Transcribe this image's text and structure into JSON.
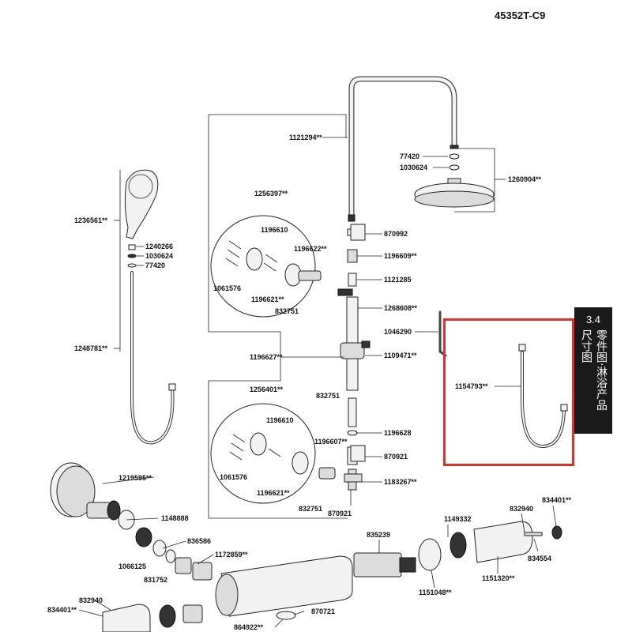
{
  "model_number": "45352T-C9",
  "section_tab": {
    "number": "3.4",
    "line1": "零件图·淋浴产品",
    "line2": "尺寸图"
  },
  "highlight_color": "#e0302a",
  "parts": {
    "p1121294": "1121294**",
    "p77420_top": "77420",
    "p1030624_top": "1030624",
    "p1260904": "1260904**",
    "p1256397": "1256397**",
    "p870992": "870992",
    "p1196610_top": "1196610",
    "p1196622": "1196622**",
    "p1196609": "1196609**",
    "p1061576_top": "1061576",
    "p1121285": "1121285",
    "p1196621_top": "1196621**",
    "p1268608": "1268608**",
    "p832751_top": "832751",
    "p1236561": "1236561**",
    "p1240266": "1240266",
    "p1030624_left": "1030624",
    "p77420_left": "77420",
    "p1046290": "1046290",
    "p1248781": "1248781**",
    "p1196627": "1196627**",
    "p1109471": "1109471**",
    "p1154793": "1154793**",
    "p1256401": "1256401**",
    "p832751_mid": "832751",
    "p1196610_bot": "1196610",
    "p1196628": "1196628",
    "p1196607": "1196607**",
    "p870921_right": "870921",
    "p1061576_bot": "1061576",
    "p1183267": "1183267**",
    "p1196621_bot": "1196621**",
    "p832751_bot": "832751",
    "p870921_bot": "870921",
    "p1219595": "1219595**",
    "p1148888": "1148888",
    "p836586": "836586",
    "p1066125": "1066125",
    "p1172859": "1172859**",
    "p831752": "831752",
    "p835239": "835239",
    "p1149332": "1149332",
    "p832940_right": "832940",
    "p834401_right": "834401**",
    "p834554": "834554",
    "p1151048": "1151048**",
    "p1151320": "1151320**",
    "p832940_left": "832940",
    "p834401_left": "834401**",
    "p870721": "870721",
    "p864922": "864922**"
  }
}
